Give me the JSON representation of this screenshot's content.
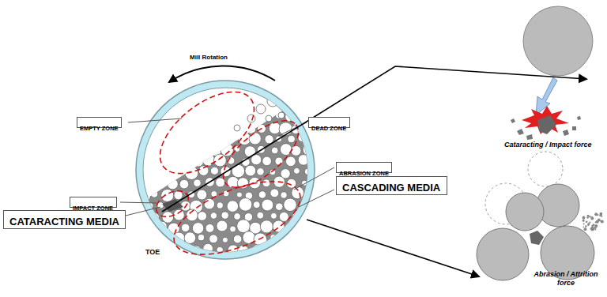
{
  "diagram": {
    "nodes": [
      {
        "text": [
          "EMPTY ZONE"
        ]
      },
      {
        "text": [
          "DEAD ZONE"
        ]
      },
      {
        "text": [
          "ABRASION ZONE"
        ]
      },
      {
        "text": [
          "IMPACT ZONE"
        ]
      },
      {
        "text": [
          "CATARACTING MEDIA"
        ]
      },
      {
        "text": [
          "CASCADING MEDIA"
        ]
      }
    ],
    "labels": [
      "Mill Rotation",
      "TOE",
      "Cataracting / Impact force",
      "Abrasion / Attrition force"
    ]
  }
}
